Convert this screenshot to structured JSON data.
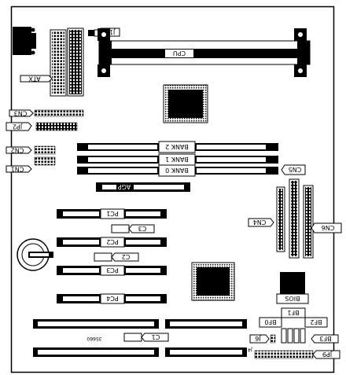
{
  "labels": {
    "j17": "J17",
    "cpu": "CPU",
    "atx": "ATX",
    "cn3": "CN3",
    "jp2": "JP2",
    "cn2": "CN2",
    "cn1": "CN1",
    "bank2": "BANK 2",
    "bank1": "BANK 1",
    "bank0": "BANK 0",
    "agp": "AGP",
    "cn5": "CN5",
    "cn4": "CN4",
    "cn6": "CN6",
    "pc1": "PC1",
    "c3": "C3",
    "pc2": "PC2",
    "c2": "C2",
    "pc3": "PC3",
    "pc4": "PC4",
    "bios": "BIOS",
    "bf1": "BF1",
    "bf0": "BF0",
    "bf2": "BF2",
    "c1": "C1",
    "j6": "J6",
    "bf3": "BF3",
    "j4": "J4",
    "jp9": "JP9",
    "board_number": "35660"
  }
}
